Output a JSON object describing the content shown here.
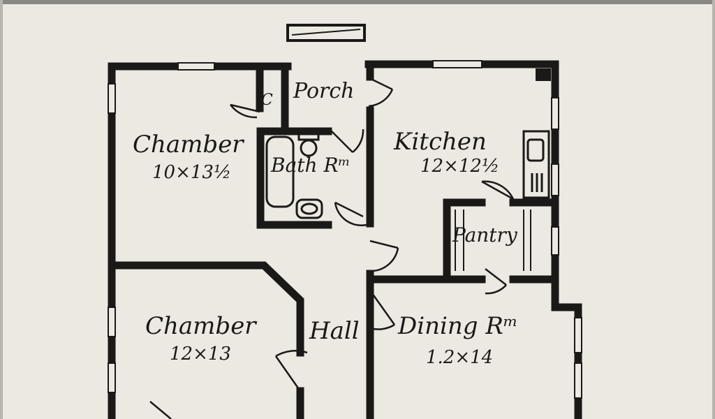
{
  "colors": {
    "paper": "#ece9e2",
    "ink": "#1b1918",
    "border": "#7a7872"
  },
  "rooms": {
    "porch": "Porch",
    "closet": "C",
    "chamber_1": {
      "name": "Chamber",
      "size": "10×13½"
    },
    "bath": "Bath Rᵐ",
    "kitchen": {
      "name": "Kitchen",
      "size": "12×12½"
    },
    "pantry": "Pantry",
    "chamber_2": {
      "name": "Chamber",
      "size": "12×13"
    },
    "hall": "Hall",
    "dining": {
      "name": "Dining Rᵐ",
      "size": "1.2×14"
    }
  }
}
